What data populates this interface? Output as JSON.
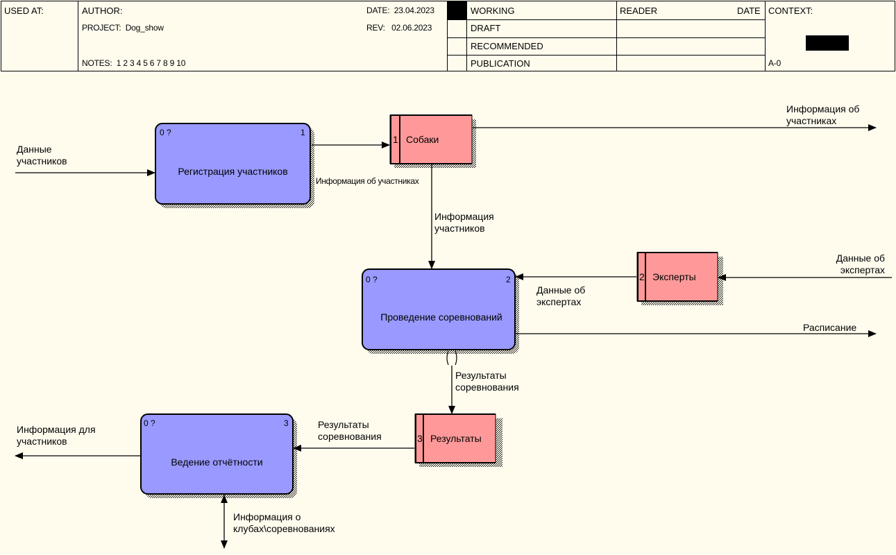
{
  "header": {
    "used_at": "USED AT:",
    "author": "AUTHOR:",
    "project_label": "PROJECT:",
    "project": "Dog_show",
    "notes_label": "NOTES:",
    "notes": "1 2 3 4 5 6 7 8 9 10",
    "date_label": "DATE:",
    "date": "23.04.2023",
    "rev_label": "REV:",
    "rev": "02.06.2023",
    "status": [
      "WORKING",
      "DRAFT",
      "RECOMMENDED",
      "PUBLICATION"
    ],
    "reader": "READER",
    "reader_date": "DATE",
    "context": "CONTEXT:",
    "node": "A-0"
  },
  "activities": [
    {
      "title": "Регистрация участников",
      "corner": "0 ?",
      "number": "1"
    },
    {
      "title": "Проведение соревнований",
      "corner": "0 ?",
      "number": "2"
    },
    {
      "title": "Ведение отчётности",
      "corner": "0 ?",
      "number": "3"
    }
  ],
  "stores": [
    {
      "title": "Собаки",
      "number": "1"
    },
    {
      "title": "Эксперты",
      "number": "2"
    },
    {
      "title": "Результаты",
      "number": "3"
    }
  ],
  "labels": {
    "input_participants": "Данные\nучастников",
    "out_info_participants": "Информация об\nучастниках",
    "reg_to_store": "Информация об участниках",
    "store_to_comp": "Информация\nучастников",
    "experts_in": "Данные об\nэкспертах",
    "experts_to_comp": "Данные об\nэкспертах",
    "schedule": "Расписание",
    "comp_results": "Результаты\nсоревнования",
    "results_to_report": "Результаты\nсоревнования",
    "info_for_participants": "Информация для\nучастников",
    "clubs_info": "Информация о\nклубах\\соревнованиях"
  },
  "colors": {
    "background": "#fffcee",
    "activity_fill": "#9999ff",
    "store_fill": "#ff9999",
    "line": "#000000"
  }
}
